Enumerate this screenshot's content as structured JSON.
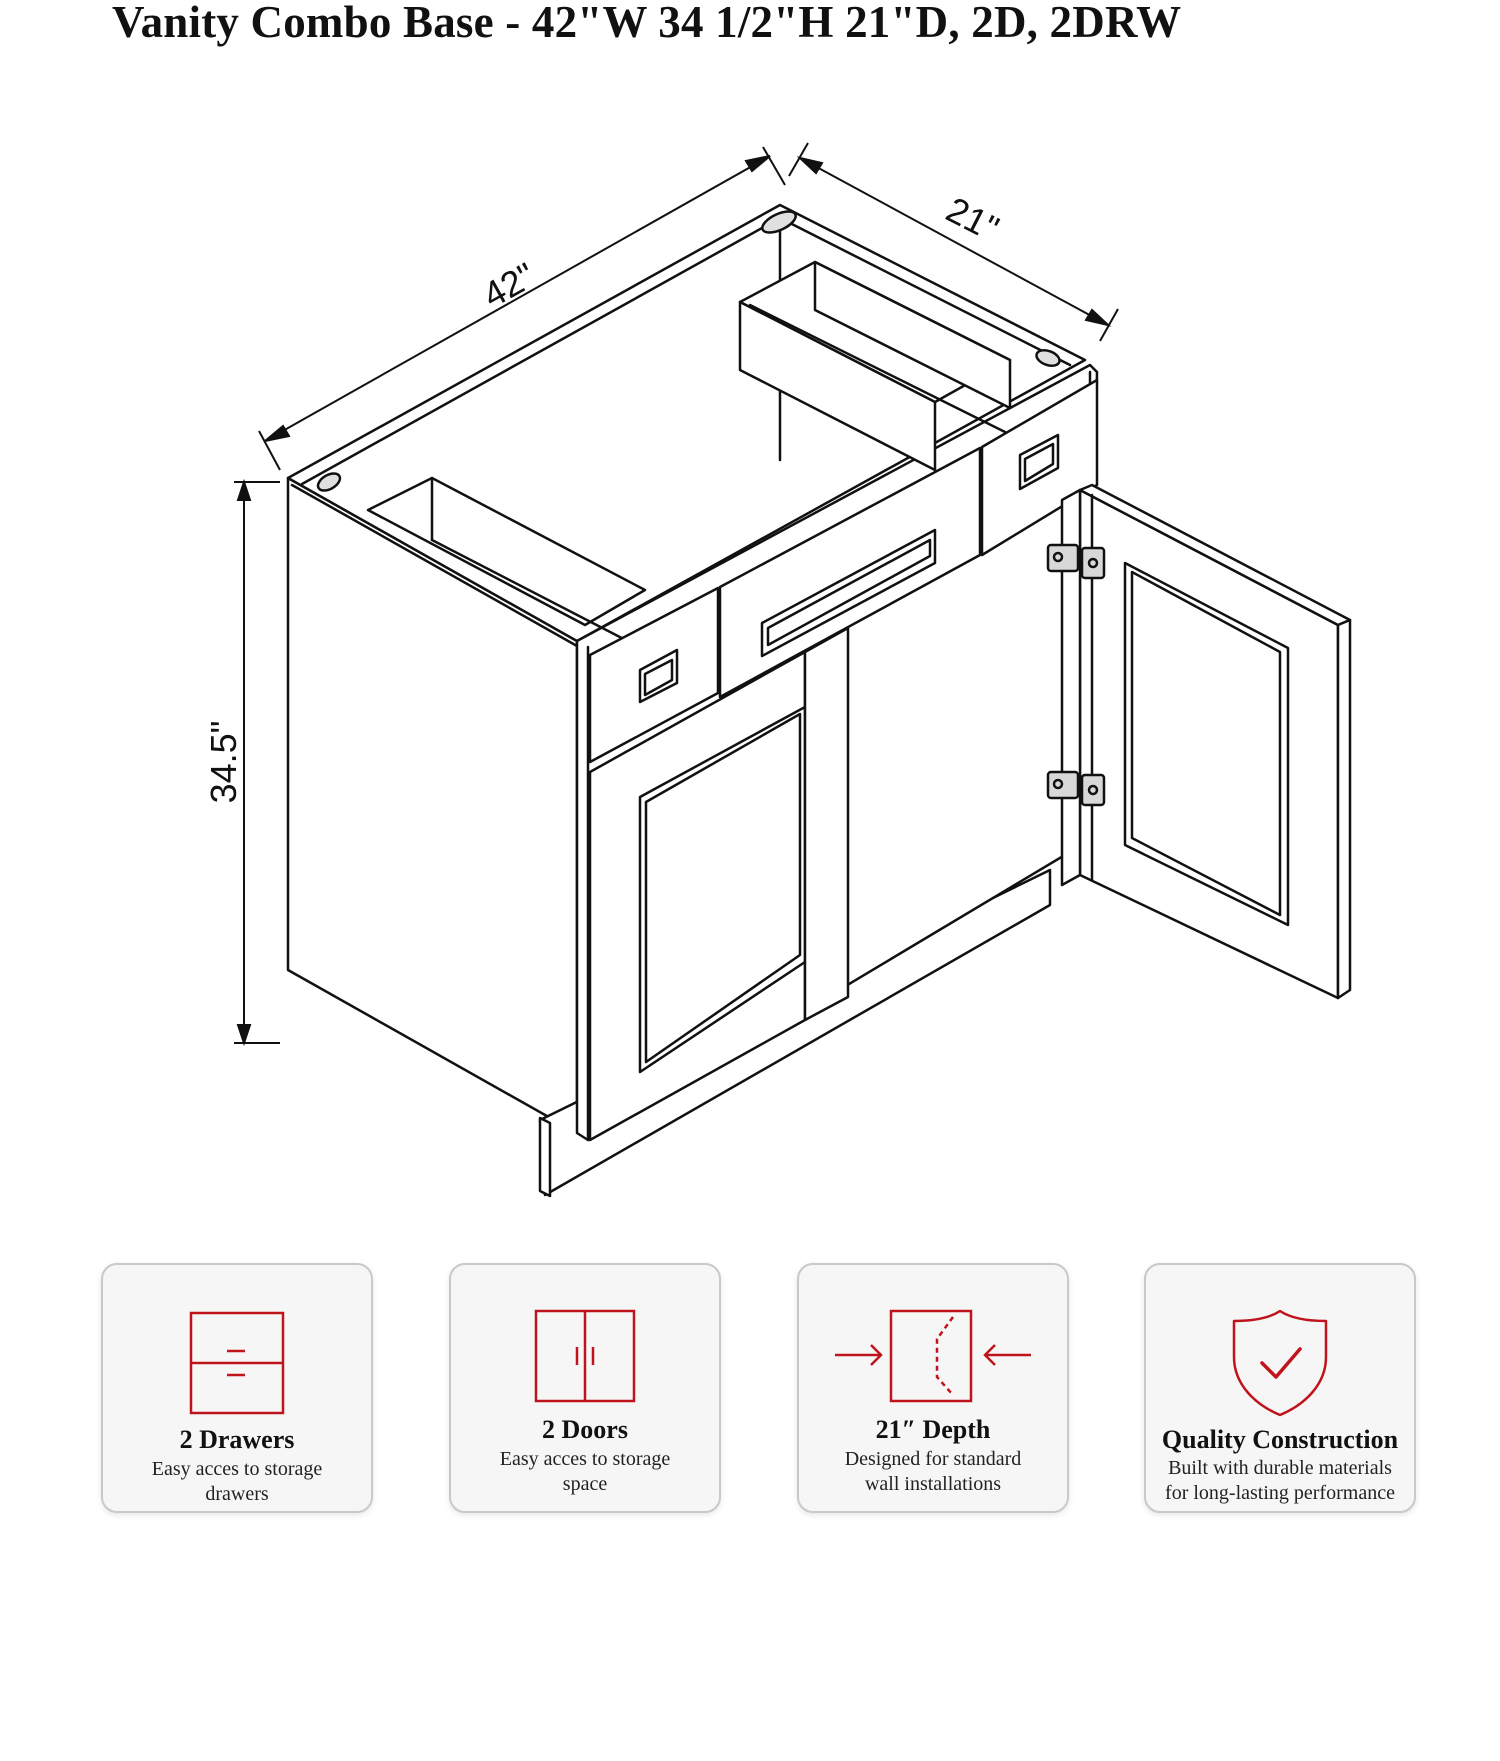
{
  "title": "Vanity Combo Base - 42\"W 34 1/2\"H 21\"D, 2D, 2DRW",
  "diagram": {
    "dimensions": {
      "width": "42\"",
      "depth": "21\"",
      "height": "34.5\""
    }
  },
  "colors": {
    "accent": "#c0141c",
    "line": "#111111",
    "card_bg": "#f6f6f6",
    "card_border": "#c9c9c9"
  },
  "features": [
    {
      "icon": "drawers-icon",
      "title": "2 Drawers",
      "line1": "Easy acces to storage",
      "line2": "drawers"
    },
    {
      "icon": "doors-icon",
      "title": "2 Doors",
      "line1": "Easy acces to storage",
      "line2": "space"
    },
    {
      "icon": "depth-icon",
      "title": "21″ Depth",
      "line1": "Designed for standard",
      "line2": "wall installations"
    },
    {
      "icon": "shield-check-icon",
      "title": "Quality Construction",
      "line1": "Built with durable materials",
      "line2": "for long-lasting performance"
    }
  ]
}
